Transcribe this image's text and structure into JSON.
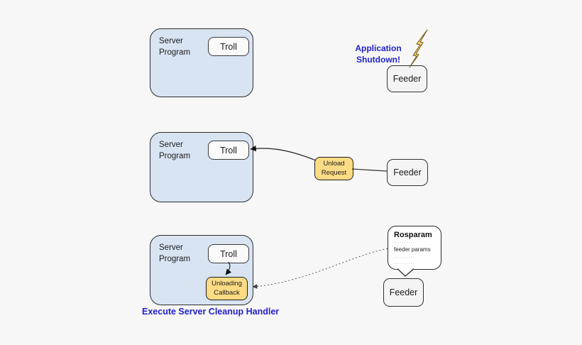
{
  "colors": {
    "bg": "#f7f7f7",
    "panel": "#d8e4f2",
    "panel_border": "#2d2d2d",
    "node": "#fafafa",
    "feeder": "#f4f4f4",
    "chip": "#fbdb84",
    "chip_border": "#1f1f1f",
    "blue": "#2121cc",
    "bolt": "#f4d678",
    "bolt_border": "#6b5412",
    "line": "#222222",
    "dotted": "#555555"
  },
  "rows": {
    "top": {
      "server_label": "Server Program",
      "troll_label": "Troll",
      "feeder_label": "Feeder",
      "shutdown_label": "Application Shutdown!"
    },
    "middle": {
      "server_label": "Server Program",
      "troll_label": "Troll",
      "feeder_label": "Feeder",
      "unload_line1": "Unload",
      "unload_line2": "Request"
    },
    "bottom": {
      "server_label": "Server Program",
      "troll_label": "Troll",
      "feeder_label": "Feeder",
      "callback_line1": "Unloading",
      "callback_line2": "Callback",
      "caption": "Execute Server Cleanup Handler",
      "rosparam": {
        "title": "Rosparam",
        "dots1": "..........",
        "param": "feeder params",
        "dots2": "..........",
        "dots3": ".........."
      }
    }
  }
}
